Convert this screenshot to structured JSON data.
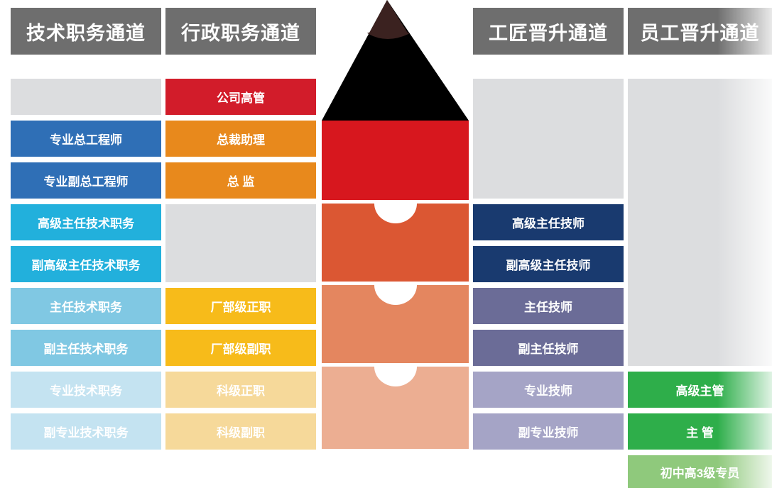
{
  "headers": {
    "tech": "技术职务通道",
    "admin": "行政职务通道",
    "craftsman": "工匠晋升通道",
    "staff": "员工晋升通道"
  },
  "tech_column": [
    "专业总工程师",
    "专业副总工程师",
    "高级主任技术职务",
    "副高级主任技术职务",
    "主任技术职务",
    "副主任技术职务",
    "专业技术职务",
    "副专业技术职务"
  ],
  "admin_column": [
    "公司高管",
    "总裁助理",
    "总 监",
    "厂部级正职",
    "厂部级副职",
    "科级正职",
    "科级副职"
  ],
  "craftsman_column": [
    "高级主任技师",
    "副高级主任技师",
    "主任技师",
    "副主任技师",
    "专业技师",
    "副专业技师"
  ],
  "staff_column": [
    "高级主管",
    "主 管",
    "初中高3级专员"
  ],
  "colors": {
    "header_bg": "#6e6e6e",
    "blank_cell": "#dcdddf",
    "tech": [
      "#2f6fb6",
      "#2f6fb6",
      "#22b0dc",
      "#22b0dc",
      "#80c8e3",
      "#80c8e3",
      "#c4e3f1",
      "#c4e3f1"
    ],
    "admin": [
      "#d21c2a",
      "#e8891c",
      "#e8891c",
      "#f7bb1a",
      "#f7bb1a",
      "#f6d99a",
      "#f6d99a"
    ],
    "craftsman": [
      "#193a6f",
      "#193a6f",
      "#6b6c97",
      "#6b6c97",
      "#a5a4c6",
      "#a5a4c6"
    ],
    "staff": [
      "#2eae4a",
      "#2eae4a",
      "#8fc97c"
    ],
    "pencil_segments": [
      "#d7171e",
      "#db5733",
      "#e4865f",
      "#ecae92"
    ],
    "pencil_wood": "#f3b27b",
    "pencil_lead": "#3b2220"
  }
}
